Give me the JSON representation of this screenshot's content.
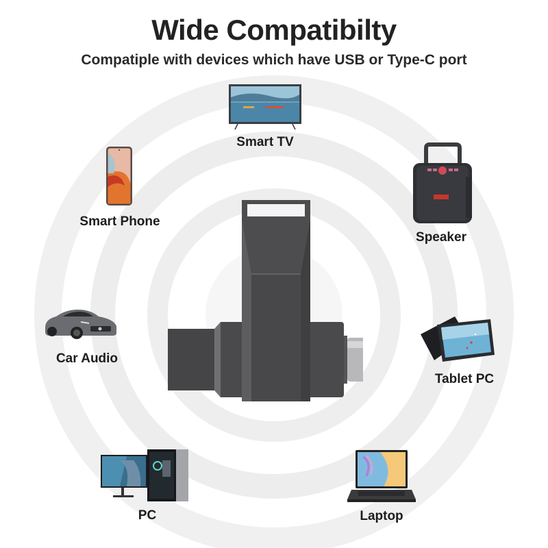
{
  "header": {
    "title": "Wide Compatibilty",
    "subtitle": "Compatiple with devices which have USB or Type-C port"
  },
  "product": {
    "name": "usb-otg-flash-drive",
    "connectors": [
      "USB-A",
      "Type-C"
    ],
    "body_color": "#4a4a4c"
  },
  "devices": [
    {
      "label": "Smart TV",
      "icon": "tv-icon"
    },
    {
      "label": "Smart Phone",
      "icon": "phone-icon"
    },
    {
      "label": "Speaker",
      "icon": "speaker-icon"
    },
    {
      "label": "Car Audio",
      "icon": "car-icon"
    },
    {
      "label": "Tablet PC",
      "icon": "tablet-icon"
    },
    {
      "label": "PC",
      "icon": "desktop-pc-icon"
    },
    {
      "label": "Laptop",
      "icon": "laptop-icon"
    }
  ],
  "colors": {
    "background": "#ffffff",
    "ring": "#ececec",
    "text": "#222222"
  }
}
